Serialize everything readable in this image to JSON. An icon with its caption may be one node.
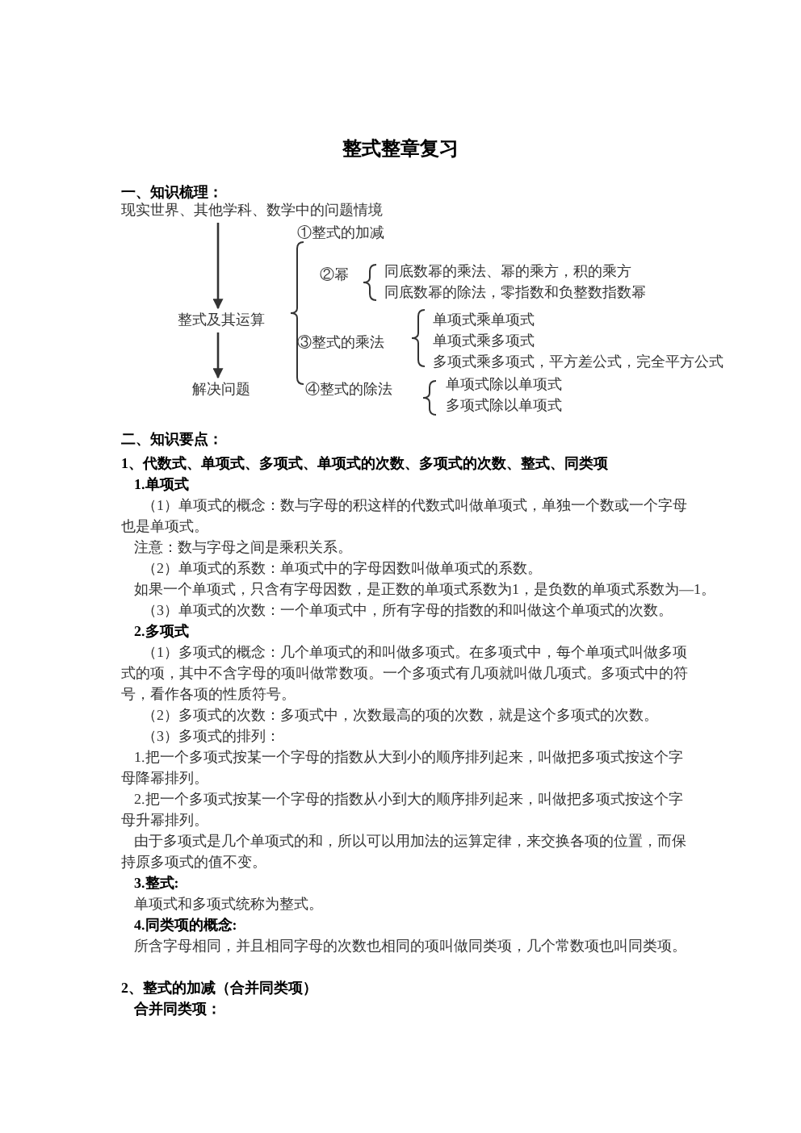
{
  "diagram": {
    "title": "整式整章复习",
    "nodes": [
      {
        "text": [
          "现实世界、其他学科、数学中的问题情境"
        ]
      },
      {
        "text": [
          "整式及其运算"
        ]
      },
      {
        "text": [
          "解决问题"
        ]
      }
    ],
    "edges": [
      {
        "from": 0,
        "to": 1,
        "arrow": "to"
      },
      {
        "from": 1,
        "to": 2,
        "arrow": "to"
      }
    ],
    "labels": [
      "一、知识梳理：",
      "①整式的加减",
      "②幂",
      "同底数幂的乘法、幂的乘方，积的乘方",
      "同底数幂的除法，零指数和负整数指数幂",
      "单项式乘单项式",
      "③整式的乘法",
      "单项式乘多项式",
      "多项式乘多项式，平方差公式，完全平方公式",
      "④整式的除法",
      "单项式除以单项式",
      "多项式除以单项式",
      "二、知识要点：",
      "1、代数式、单项式、多项式、单项式的次数、多项式的次数、整式、同类项",
      "1.单项式",
      "（1）单项式的概念：数与字母的积这样的代数式叫做单项式，单独一个数或一个字母也是单项式。",
      "注意：数与字母之间是乘积关系。",
      "（2）单项式的系数：单项式中的字母因数叫做单项式的系数。",
      "如果一个单项式，只含有字母因数，是正数的单项式系数为1，是负数的单项式系数为—1。",
      "（3）单项式的次数：一个单项式中，所有字母的指数的和叫做这个单项式的次数。",
      "2.多项式",
      "（1）多项式的概念：几个单项式的和叫做多项式。在多项式中，每个单项式叫做多项式的项，其中不含字母的项叫做常数项。一个多项式有几项就叫做几项式。多项式中的符号，看作各项的性质符号。",
      "（2）多项式的次数：多项式中，次数最高的项的次数，就是这个多项式的次数。",
      "（3）多项式的排列：",
      "1.把一个多项式按某一个字母的指数从大到小的顺序排列起来，叫做把多项式按这个字母降幂排列。",
      "2.把一个多项式按某一个字母的指数从小到大的顺序排列起来，叫做把多项式按这个字母升幂排列。",
      "由于多项式是几个单项式的和，所以可以用加法的运算定律，来交换各项的位置，而保持原多项式的值不变。",
      "3.整式:",
      "单项式和多项式统称为整式。",
      "4.同类项的概念:",
      "所含字母相同，并且相同字母的次数也相同的项叫做同类项，几个常数项也叫同类项。",
      "2、整式的加减（合并同类项）",
      "合并同类项："
    ]
  }
}
